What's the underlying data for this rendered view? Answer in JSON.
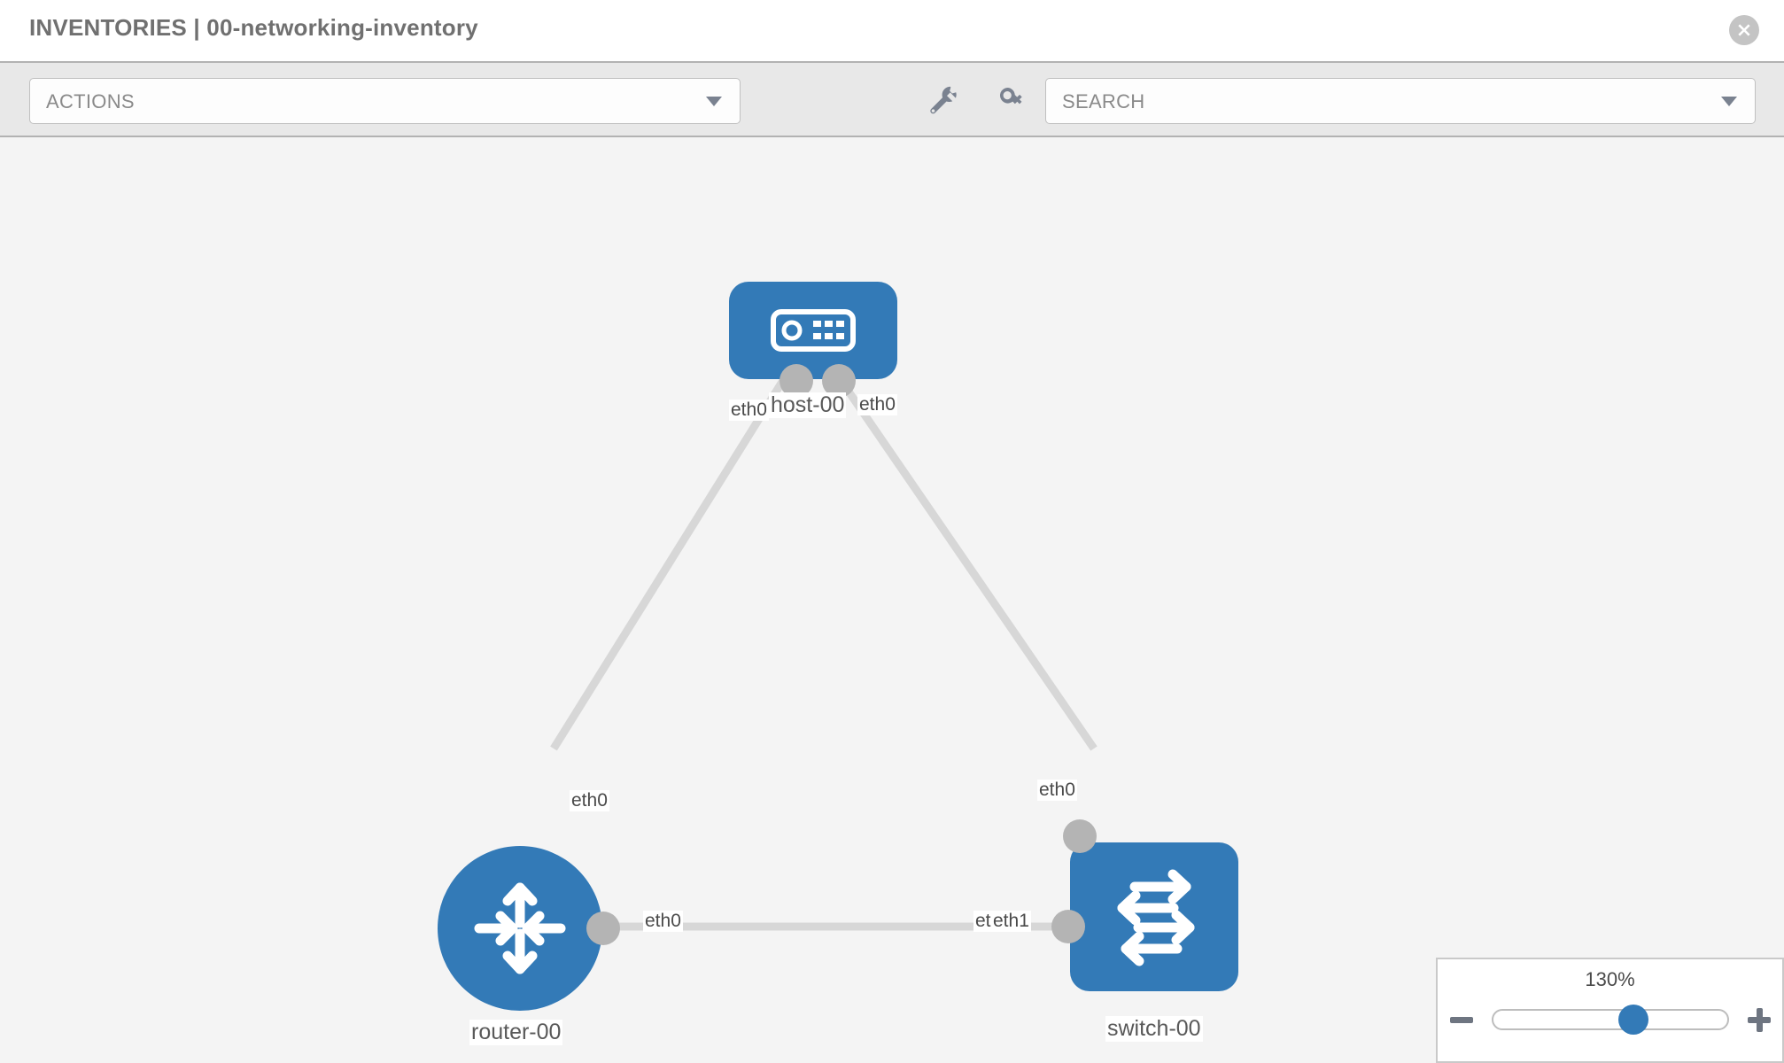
{
  "header": {
    "title": "INVENTORIES | 00-networking-inventory",
    "close_icon": "close-circle-icon"
  },
  "toolbar": {
    "actions": {
      "label": "ACTIONS",
      "caret_icon": "chevron-down-icon"
    },
    "icons": [
      {
        "name": "wrench-icon",
        "title": "wrench"
      },
      {
        "name": "key-icon",
        "title": "key"
      }
    ],
    "search": {
      "placeholder": "SEARCH",
      "value": "SEARCH",
      "caret_icon": "chevron-down-icon"
    }
  },
  "topology": {
    "accent_color": "#337ab7",
    "port_color": "#b4b4b4",
    "edge_color": "#d7d7d7",
    "canvas_bg": "#f4f4f4",
    "nodes": [
      {
        "id": "host",
        "label": "host-00",
        "icon": "server-device-icon",
        "shape": "rounded"
      },
      {
        "id": "router",
        "label": "router-00",
        "icon": "router-arrows-icon",
        "shape": "circle"
      },
      {
        "id": "switch",
        "label": "switch-00",
        "icon": "switch-arrows-icon",
        "shape": "rounded"
      }
    ],
    "interface_labels": {
      "host_left": "eth0",
      "host_right": "eth0",
      "router_up": "eth0",
      "router_right": "eth0",
      "switch_up": "eth0",
      "switch_left_a": "eth0",
      "switch_left_b": "eth1"
    }
  },
  "zoom_control": {
    "value": "130%",
    "minus_label": "zoom-out",
    "plus_label": "zoom-in",
    "slider_percent": 60
  }
}
